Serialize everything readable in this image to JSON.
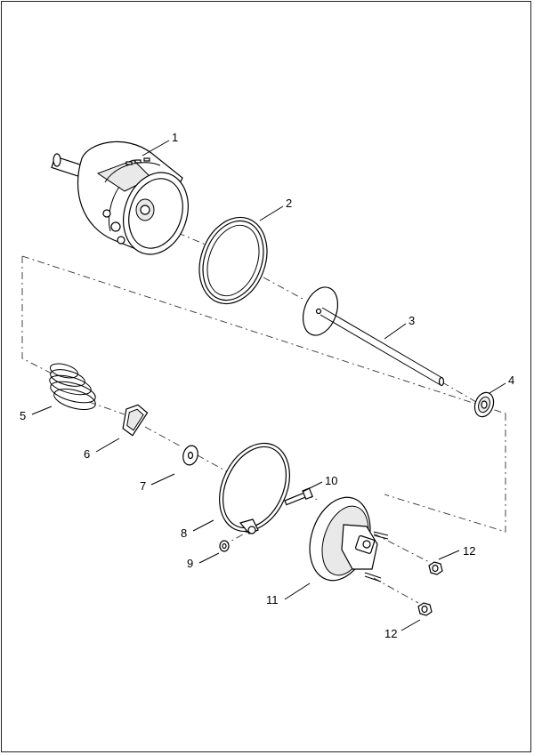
{
  "diagram": {
    "callouts": [
      {
        "id": "1",
        "label": "1"
      },
      {
        "id": "2",
        "label": "2"
      },
      {
        "id": "3",
        "label": "3"
      },
      {
        "id": "4",
        "label": "4"
      },
      {
        "id": "5",
        "label": "5"
      },
      {
        "id": "6",
        "label": "6"
      },
      {
        "id": "7",
        "label": "7"
      },
      {
        "id": "8",
        "label": "8"
      },
      {
        "id": "9",
        "label": "9"
      },
      {
        "id": "10",
        "label": "10"
      },
      {
        "id": "11",
        "label": "11"
      },
      {
        "id": "12a",
        "label": "12"
      },
      {
        "id": "12b",
        "label": "12"
      }
    ]
  }
}
